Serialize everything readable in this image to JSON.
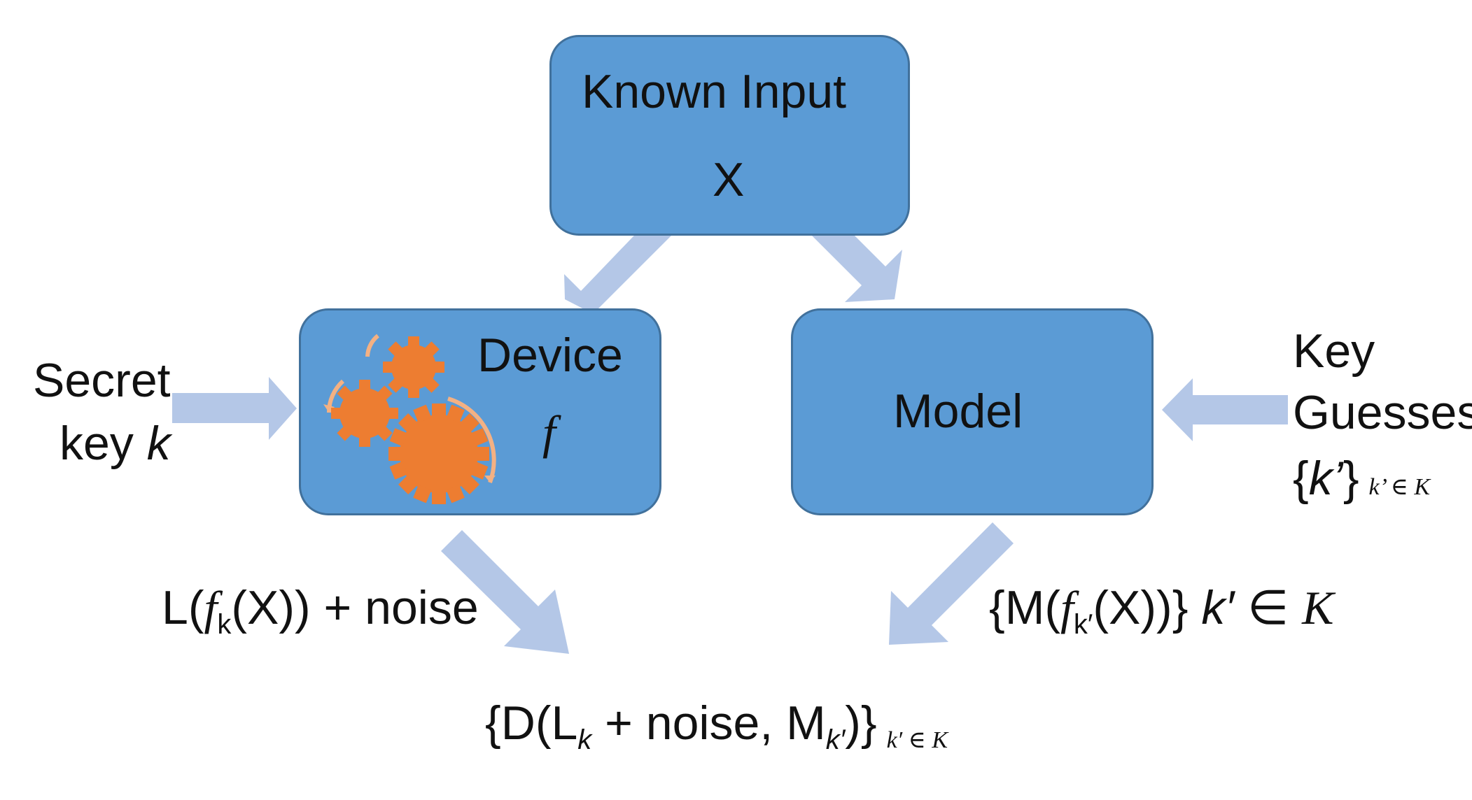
{
  "nodes": {
    "known_input": {
      "title": "Known Input",
      "var": "X"
    },
    "device": {
      "title": "Device",
      "func": "f"
    },
    "model": {
      "title": "Model"
    }
  },
  "inputs": {
    "secret_key": {
      "line1": "Secret",
      "line2_prefix": "key ",
      "line2_var": "k"
    },
    "key_guesses": {
      "line1": "Key",
      "line2": "Guesses",
      "set_open": "{",
      "set_var": "k’",
      "set_close": "}",
      "set_sub": "k’ ∈ K"
    }
  },
  "edge_labels": {
    "leakage": {
      "prefix": "L(",
      "func": "f",
      "sub": "k",
      "suffix": "(X)) + noise"
    },
    "model_output": {
      "prefix": "{M(",
      "func": "f",
      "sub": "k′",
      "mid": "(X))} ",
      "set_var": "k′ ∈ ",
      "set_K": "K"
    }
  },
  "output": {
    "prefix": "{D(L",
    "sub_k": "k",
    "mid": " + noise, M",
    "sub_kp": "k′",
    "suffix": ")}",
    "set_sub": "k′ ∈ K"
  },
  "colors": {
    "box_fill": "#5b9bd5",
    "box_border": "#41719c",
    "arrow": "#b4c7e7",
    "gear": "#ed7d31",
    "gear_arc": "#f4b183"
  }
}
